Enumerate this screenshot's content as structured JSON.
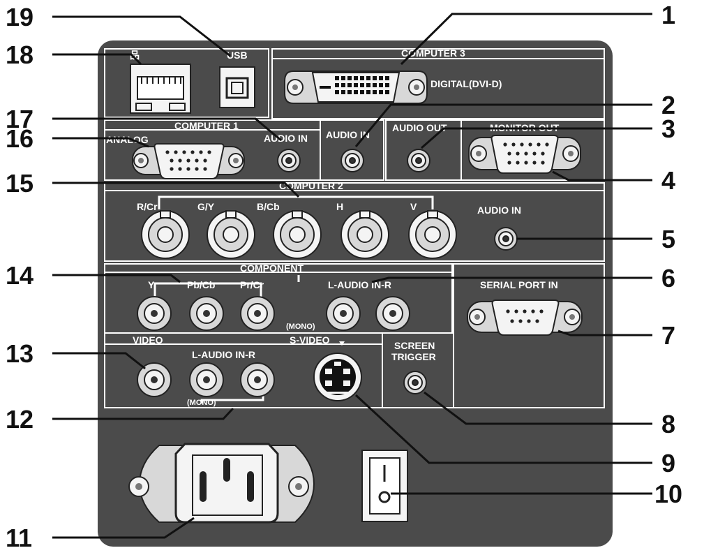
{
  "colors": {
    "panel": "#4b4b4b",
    "line": "#ffffff",
    "callout": "#111111",
    "metal": "#d8d8d8"
  },
  "callouts": [
    "1",
    "2",
    "3",
    "4",
    "5",
    "6",
    "7",
    "8",
    "9",
    "10",
    "11",
    "12",
    "13",
    "14",
    "15",
    "16",
    "17",
    "18",
    "19"
  ],
  "labels": {
    "usb": "USB",
    "lan_icon": "品",
    "computer3": "COMPUTER 3",
    "digital": "DIGITAL(DVI-D)",
    "computer1": "COMPUTER 1",
    "analog": "ANALOG",
    "audio_in_c1": "AUDIO IN",
    "audio_in_c3": "AUDIO IN",
    "audio_out": "AUDIO OUT",
    "monitor_out": "MONITOR OUT",
    "computer2": "COMPUTER 2",
    "rcr": "R/Cr",
    "gy": "G/Y",
    "bcb": "B/Cb",
    "h": "H",
    "v": "V",
    "audio_in_c2": "AUDIO IN",
    "component": "COMPONENT",
    "y": "Y",
    "pbcb": "Pb/Cb",
    "prcr": "Pr/Cr",
    "laudio_comp": "L-AUDIO IN-R",
    "mono_comp": "(MONO)",
    "serial": "SERIAL PORT IN",
    "video": "VIDEO",
    "svideo": "S-VIDEO",
    "laudio_video": "L-AUDIO IN-R",
    "mono_video": "(MONO)",
    "screen": "SCREEN",
    "trigger": "TRIGGER"
  }
}
